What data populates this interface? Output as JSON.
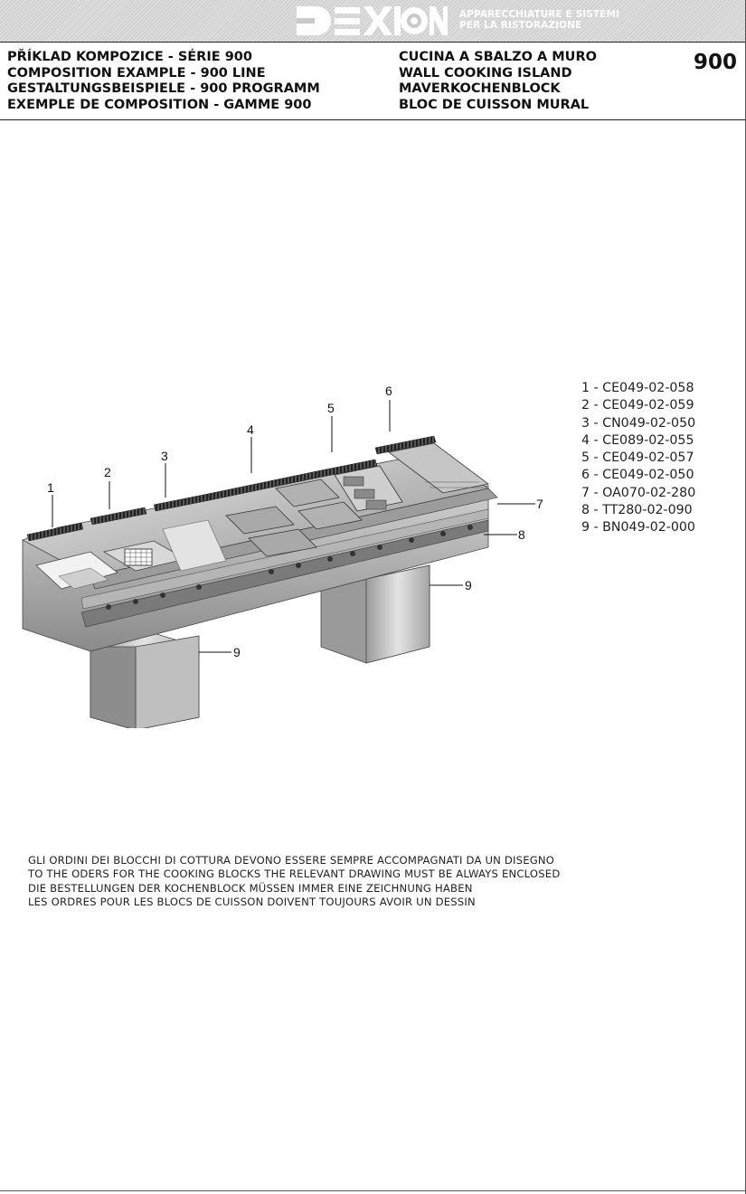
{
  "brand": {
    "logo_text": "DEXION",
    "tagline": [
      "APPARECCHIATURE E SISTEMI",
      "PER LA RISTORAZIONE"
    ],
    "colors": {
      "banner": "#d3d3d3",
      "logo": "#ffffff"
    }
  },
  "header": {
    "left_titles": [
      "PŘÍKLAD KOMPOZICE - SÉRIE 900",
      "COMPOSITION EXAMPLE  -  900 LINE",
      "GESTALTUNGSBEISPIELE  -  900 PROGRAMM",
      "EXEMPLE DE COMPOSITION  - GAMME 900"
    ],
    "right_titles": [
      "CUCINA A SBALZO A MURO",
      "WALL COOKING ISLAND",
      "MAVERKOCHENBLOCK",
      "BLOC DE CUISSON MURAL"
    ],
    "series": "900"
  },
  "drawing": {
    "callouts": [
      "1",
      "2",
      "3",
      "4",
      "5",
      "6",
      "7",
      "8",
      "9",
      "9"
    ]
  },
  "codes": [
    "1 - CE049-02-058",
    "2 - CE049-02-059",
    "3 - CN049-02-050",
    "4 - CE089-02-055",
    "5 - CE049-02-057",
    "6 - CE049-02-050",
    "7 - OA070-02-280",
    "8 - TT280-02-090",
    "9 - BN049-02-000"
  ],
  "notes": [
    "GLI ORDINI DEI BLOCCHI DI COTTURA DEVONO ESSERE SEMPRE ACCOMPAGNATI DA UN DISEGNO",
    "TO THE ODERS FOR THE COOKING BLOCKS THE RELEVANT DRAWING MUST BE ALWAYS ENCLOSED",
    "DIE BESTELLUNGEN DER KOCHENBLOCK MÜSSEN IMMER EINE ZEICHNUNG HABEN",
    "LES ORDRES POUR LES BLOCS DE CUISSON DOIVENT TOUJOURS AVOIR UN DESSIN"
  ]
}
